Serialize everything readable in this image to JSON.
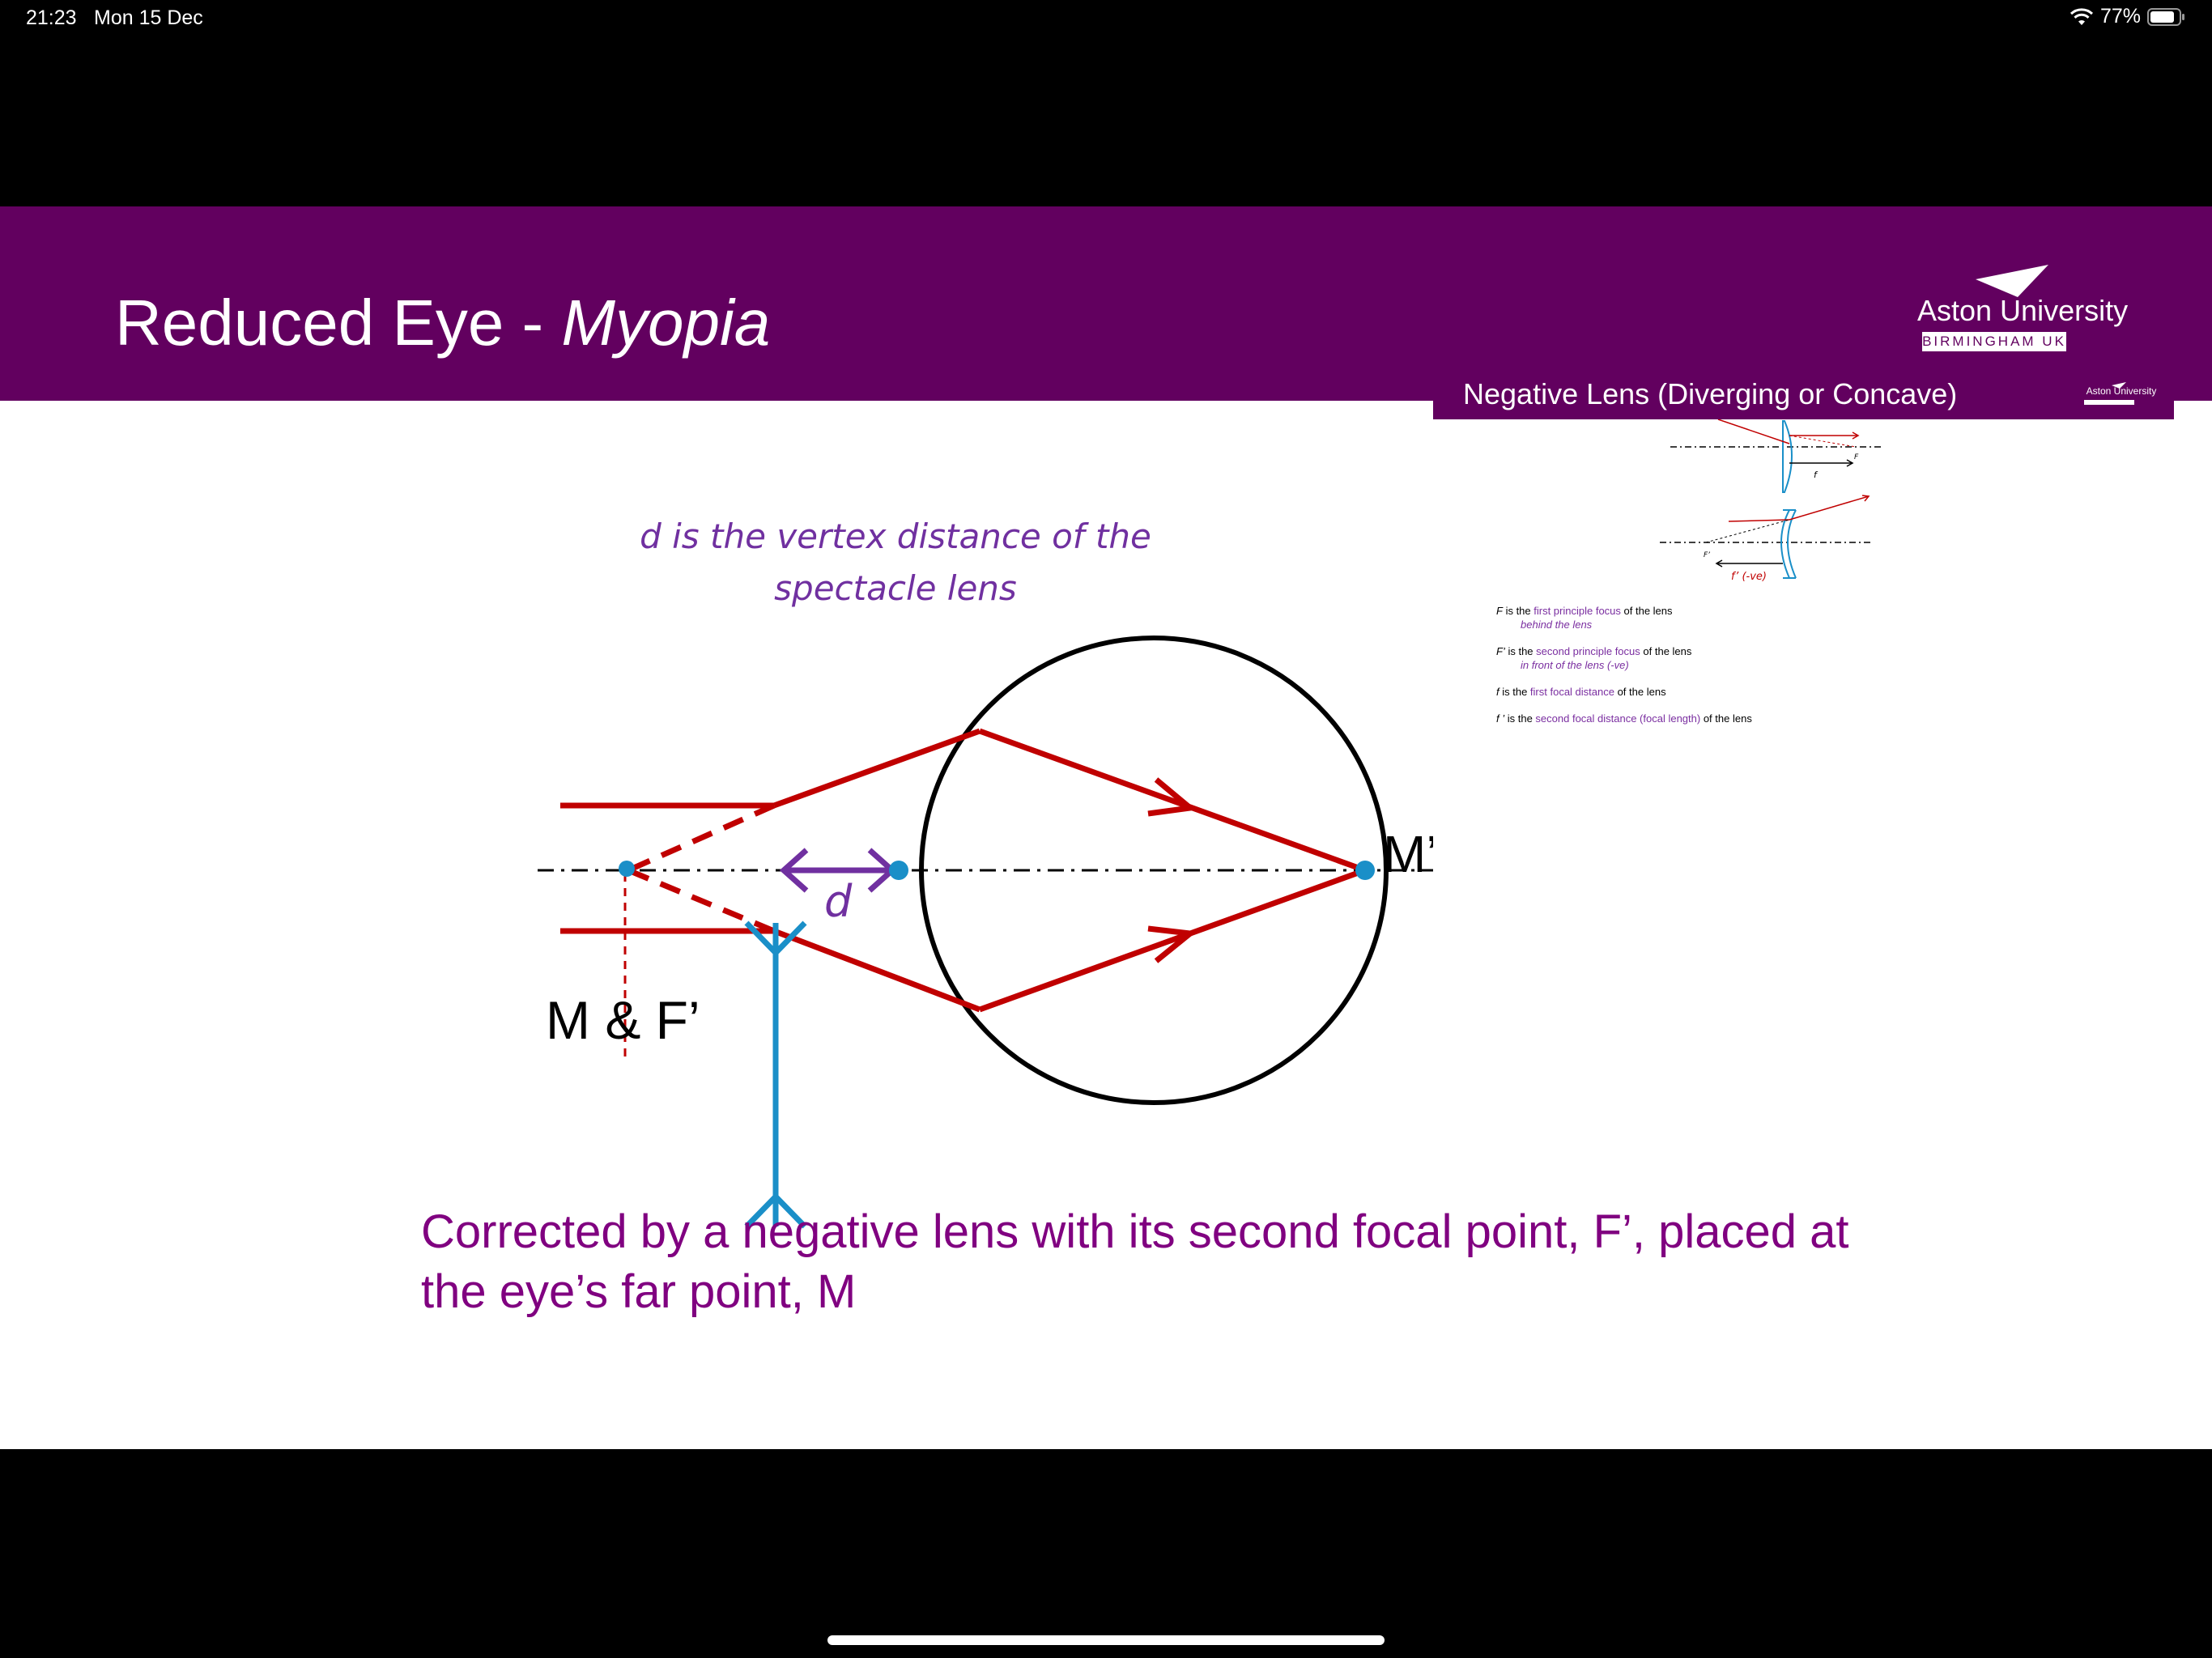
{
  "status_bar": {
    "time": "21:23",
    "date": "Mon 15 Dec",
    "battery": "77%"
  },
  "slide": {
    "title_plain": "Reduced Eye - ",
    "title_italic": "Myopia",
    "logo": {
      "name": "Aston University",
      "subtitle": "BIRMINGHAM UK"
    },
    "caption": "d is the vertex distance of the spectacle lens",
    "labels": {
      "far_point": "M & F’",
      "retina_point": "M’",
      "distance": "d"
    },
    "bottom_text": "Corrected by a negative lens with its second focal point, F’, placed at the eye’s far point, M"
  },
  "thumbnail": {
    "title": "Negative Lens (Diverging or Concave)",
    "logo_name": "Aston University",
    "diagram_labels": {
      "F": "F",
      "f": "f",
      "F_prime": "F’",
      "f_prime": "f’ (-ve)"
    },
    "notes": [
      {
        "a": "F",
        "b": " is the ",
        "c": "first principle focus",
        "d": " of the lens",
        "sub": "behind the lens"
      },
      {
        "a": "F’",
        "b": " is the ",
        "c": "second principle focus",
        "d": " of the lens",
        "sub": "in front of the lens (-ve)"
      },
      {
        "a": "f",
        "b": " is the ",
        "c": "first focal distance",
        "d": " of the lens",
        "sub": ""
      },
      {
        "a": "f ’",
        "b": " is the ",
        "c": "second focal distance (focal length)",
        "d": " of the lens",
        "sub": ""
      }
    ]
  },
  "colors": {
    "header": "#62005f",
    "ray": "#c00000",
    "lens": "#1a8fc8",
    "distance_arrow": "#7030a0",
    "bottom_text": "#800080"
  }
}
